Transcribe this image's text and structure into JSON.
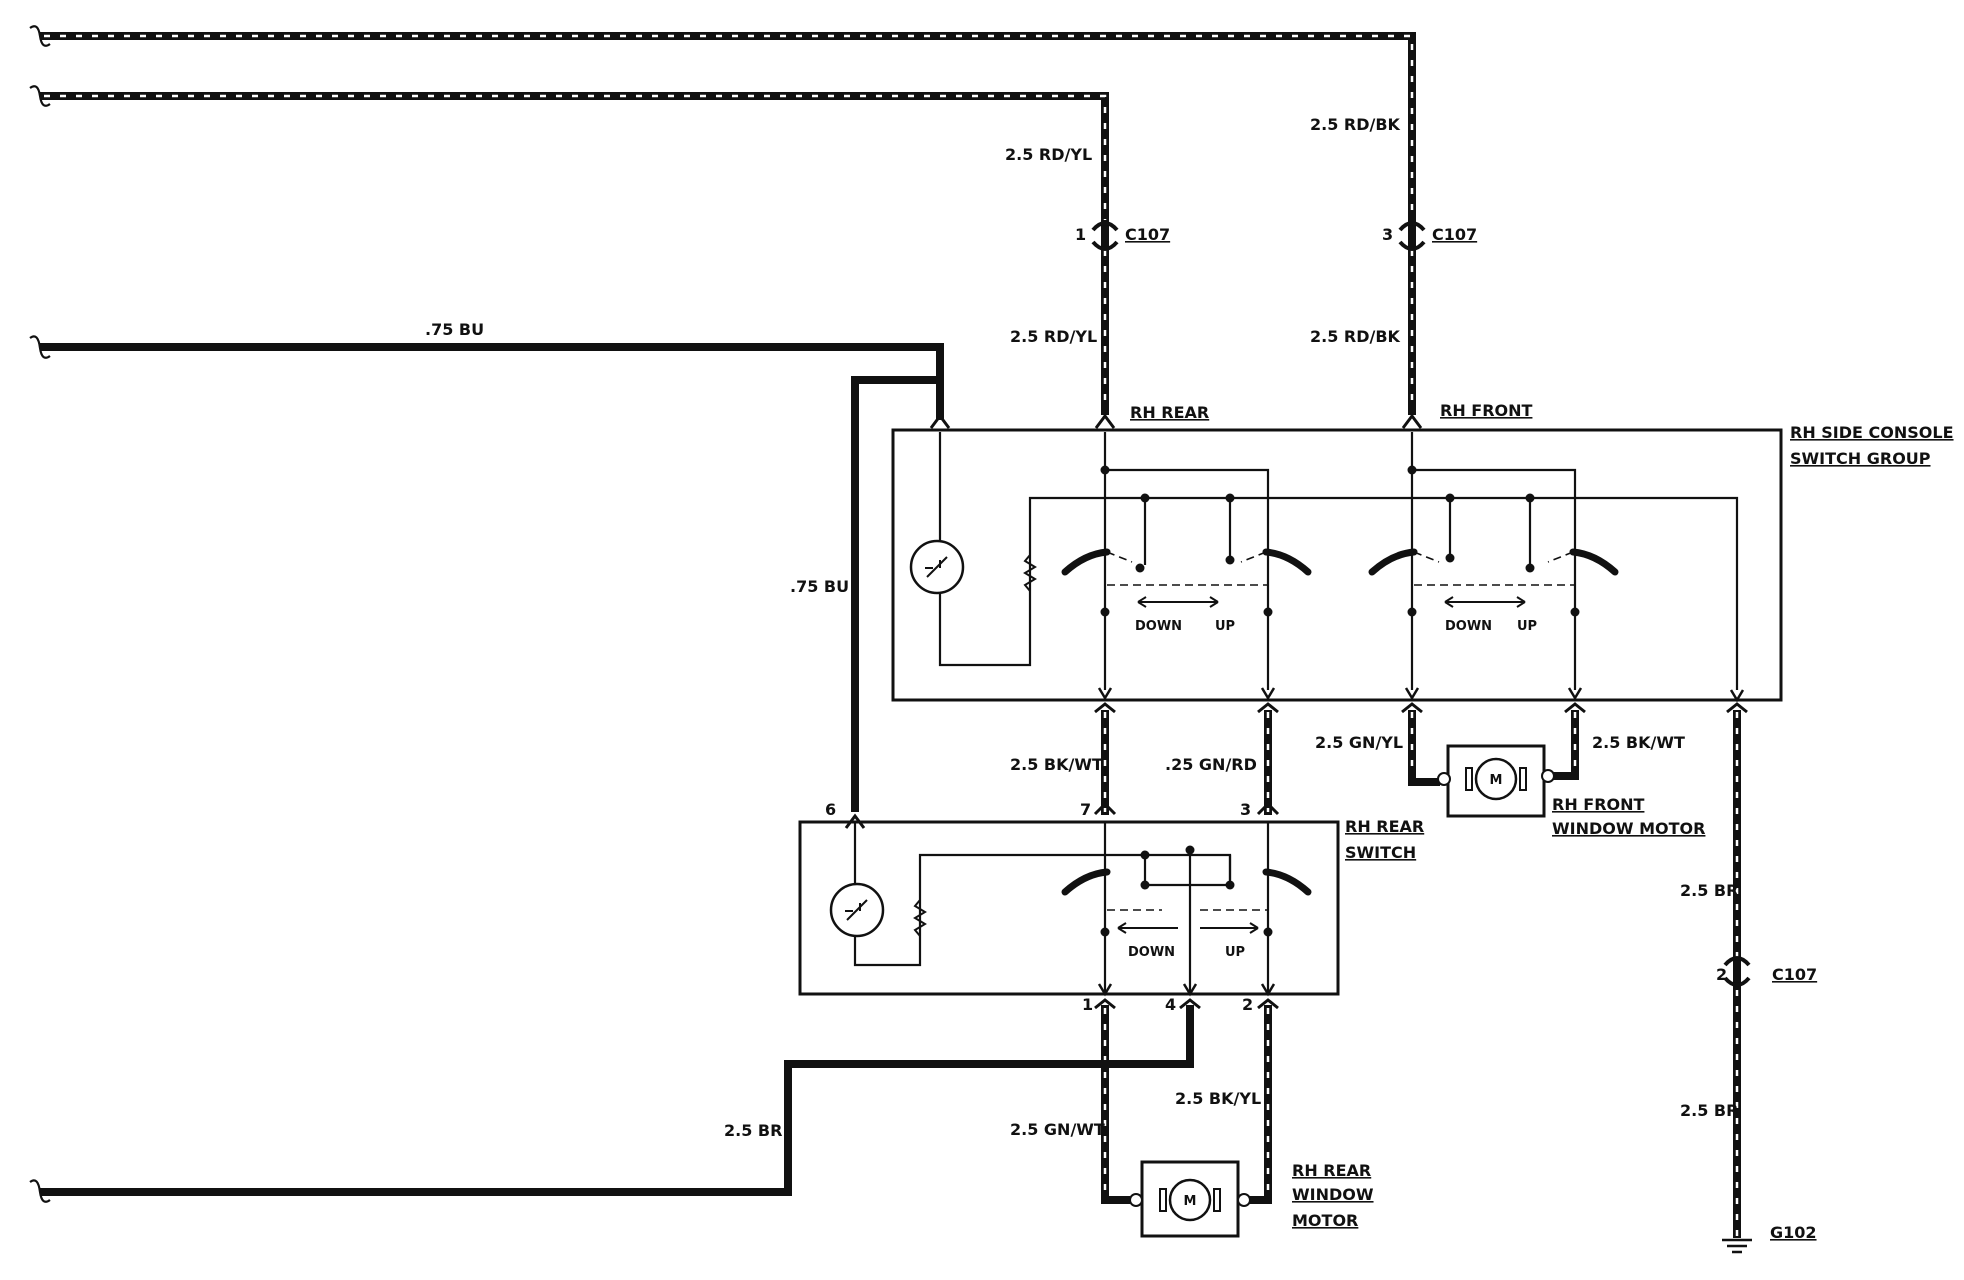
{
  "wire_labels": {
    "rd_yl_upper": "2.5 RD/YL",
    "rd_yl_lower": "2.5 RD/YL",
    "rd_bk_upper": "2.5 RD/BK",
    "rd_bk_lower": "2.5 RD/BK",
    "bu_top": ".75 BU",
    "bu_side": ".75 BU",
    "bk_wt_left": "2.5 BK/WT",
    "gn_rd": ".25 GN/RD",
    "gn_yl": "2.5 GN/YL",
    "bk_wt_right": "2.5 BK/WT",
    "br_right_upper": "2.5 BR",
    "br_right_lower": "2.5 BR",
    "br_left": "2.5 BR",
    "gn_wt": "2.5 GN/WT",
    "bk_yl": "2.5 BK/YL"
  },
  "connectors": {
    "c107_pin1": "1",
    "c107_label_1": "C107",
    "c107_pin3": "3",
    "c107_label_3": "C107",
    "c107_pin2": "2",
    "c107_label_2": "C107"
  },
  "components": {
    "rh_rear_terminal": "RH REAR",
    "rh_front_terminal": "RH FRONT",
    "console_line1": "RH SIDE CONSOLE",
    "console_line2": "SWITCH GROUP",
    "rear_switch_line1": "RH REAR",
    "rear_switch_line2": "SWITCH",
    "front_motor_line1": "RH FRONT",
    "front_motor_line2": "WINDOW MOTOR",
    "rear_motor_line1": "RH REAR",
    "rear_motor_line2": "WINDOW",
    "rear_motor_line3": "MOTOR",
    "ground": "G102",
    "motor_symbol": "M"
  },
  "switch_labels": {
    "console_rear_down": "DOWN",
    "console_rear_up": "UP",
    "console_front_down": "DOWN",
    "console_front_up": "UP",
    "rear_switch_down": "DOWN",
    "rear_switch_up": "UP"
  },
  "pins": {
    "p6": "6",
    "p7": "7",
    "p3": "3",
    "p1": "1",
    "p4": "4",
    "p2": "2"
  }
}
